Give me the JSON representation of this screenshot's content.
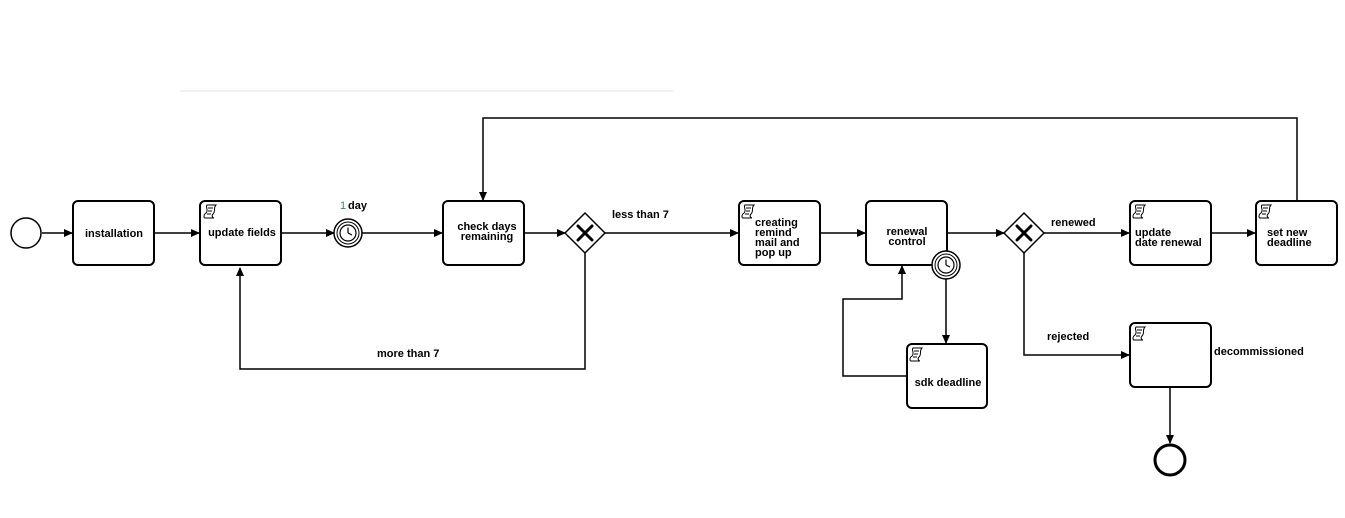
{
  "diagram": {
    "nodes": {
      "installation": {
        "label": [
          "installation"
        ]
      },
      "update_fields": {
        "label": [
          "update fields"
        ]
      },
      "check_days": {
        "label": [
          "check days",
          "remaining"
        ]
      },
      "creating_remind": {
        "label": [
          "creating",
          "remind",
          "mail and",
          "pop up"
        ]
      },
      "renewal_control": {
        "label": [
          "renewal",
          "control"
        ]
      },
      "update_date_renewal": {
        "label": [
          "update",
          "date renewal"
        ]
      },
      "set_new_deadline": {
        "label": [
          "set new",
          "deadline"
        ]
      },
      "sdk_deadline": {
        "label": [
          "sdk deadline"
        ]
      },
      "decommission_task": {
        "label": []
      }
    },
    "timer_label_number": "1",
    "timer_label_unit": "day",
    "edge_labels": {
      "less_than_7": "less than 7",
      "more_than_7": "more than 7",
      "renewed": "renewed",
      "rejected": "rejected",
      "decommissioned": "decommissioned"
    },
    "gateway_symbol": "X",
    "icons": [
      "start-event-icon",
      "script-icon",
      "timer-icon",
      "exclusive-gateway-icon",
      "end-event-icon"
    ]
  }
}
